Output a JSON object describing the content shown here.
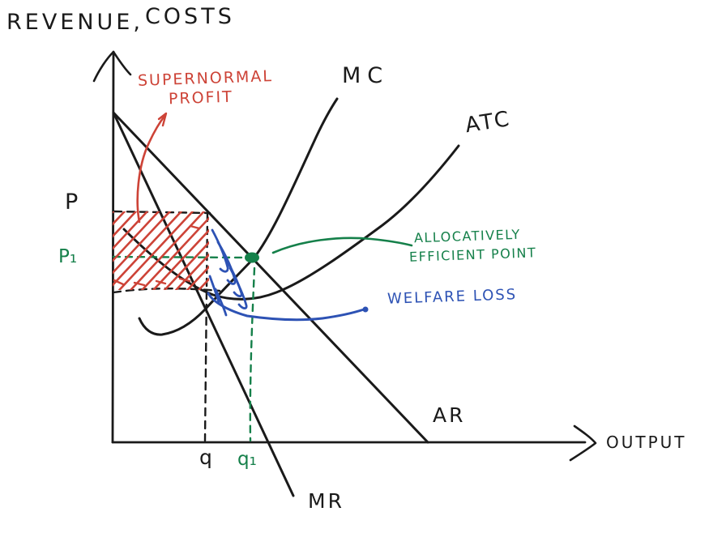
{
  "colors": {
    "ink": "#1a1a1a",
    "red": "#cd4337",
    "green": "#15804a",
    "blue": "#2d52b4",
    "background": "#ffffff"
  },
  "y_axis": {
    "label_part1": "REVENUE,",
    "label_part2": "COSTS"
  },
  "x_axis": {
    "label": "OUTPUT"
  },
  "curve_labels": {
    "mc": "MC",
    "atc": "ATC",
    "ar": "AR",
    "mr": "MR"
  },
  "price_labels": {
    "monopoly": "P",
    "efficient": "P₁"
  },
  "quantity_labels": {
    "monopoly": "q",
    "efficient": "q₁"
  },
  "annotations": {
    "supernormal_profit_line1": "SUPERNORMAL",
    "supernormal_profit_line2": "PROFIT",
    "allocative_line1": "ALLOCATIVELY",
    "allocative_line2": "EFFICIENT POINT",
    "welfare_loss": "WELFARE LOSS"
  },
  "chart_data": {
    "type": "line",
    "title": "",
    "xlabel": "OUTPUT",
    "ylabel": "REVENUE,COSTS",
    "axis_ranges": {
      "x": [
        0,
        100
      ],
      "y": [
        0,
        100
      ]
    },
    "grid": false,
    "style": "hand-drawn marker sketch, no numeric ticks",
    "series": [
      {
        "name": "AR",
        "shape": "straight demand line",
        "points": [
          [
            0,
            84
          ],
          [
            33,
            49
          ],
          [
            66,
            0
          ]
        ]
      },
      {
        "name": "MR",
        "shape": "straight line, twice AR slope",
        "points": [
          [
            0,
            84
          ],
          [
            20,
            33
          ],
          [
            33,
            0
          ]
        ]
      },
      {
        "name": "MC",
        "shape": "J-shaped curve",
        "points": [
          [
            6,
            32
          ],
          [
            10,
            27
          ],
          [
            20,
            34
          ],
          [
            30,
            47
          ],
          [
            42,
            76
          ],
          [
            47,
            88
          ]
        ]
      },
      {
        "name": "ATC",
        "shape": "U-shaped curve",
        "points": [
          [
            3,
            54
          ],
          [
            15,
            40
          ],
          [
            26,
            36
          ],
          [
            34,
            38
          ],
          [
            50,
            49
          ],
          [
            72,
            76
          ]
        ]
      }
    ],
    "key_points": {
      "monopoly_equilibrium": {
        "q": 20,
        "P": 59,
        "atc_at_q": 39,
        "condition": "MR = MC"
      },
      "allocatively_efficient_point": {
        "q1": 30,
        "P1": 47,
        "condition": "AR = MC",
        "marker": "green dot"
      }
    },
    "regions": [
      {
        "name": "supernormal profit",
        "description": "rectangle between P and ATC-at-q from 0 to q",
        "color": "#cd4337",
        "style": "diagonal hatching"
      },
      {
        "name": "welfare loss",
        "description": "triangle between q and q1 bounded by AR above and MC below",
        "color": "#2d52b4",
        "style": "diagonal hatching"
      }
    ]
  }
}
